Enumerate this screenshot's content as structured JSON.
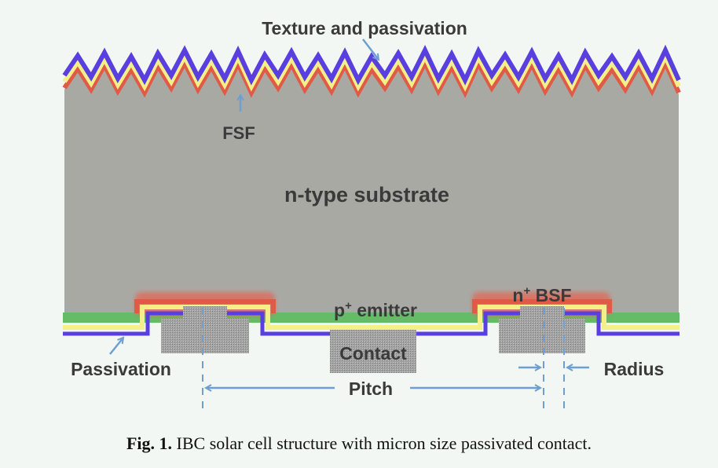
{
  "labels": {
    "texture": "Texture and passivation",
    "fsf": "FSF",
    "substrate": "n-type substrate",
    "emitter_base": "p",
    "emitter_sup": "+",
    "emitter_rest": " emitter",
    "bsf_base": "n",
    "bsf_sup": "+",
    "bsf_rest": " BSF",
    "contact": "Contact",
    "passivation": "Passivation",
    "pitch": "Pitch",
    "radius": "Radius"
  },
  "caption": {
    "label": "Fig. 1.",
    "text": " IBC solar cell structure with micron size passivated contact."
  },
  "colors": {
    "substrate": "#a9a9a4",
    "passivation": "#5a3fe0",
    "yellow": "#f3f08a",
    "red": "#e05a45",
    "green": "#66bb66",
    "contact": "#9a9a9a",
    "arrow": "#6f9fd0"
  }
}
